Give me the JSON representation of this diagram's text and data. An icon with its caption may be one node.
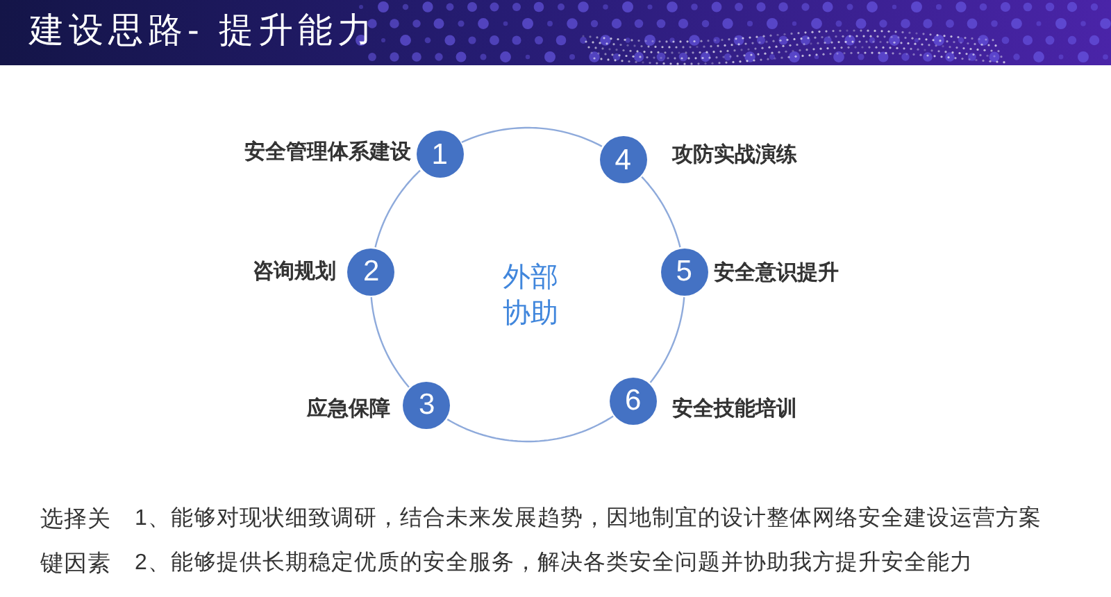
{
  "diagram": {
    "title": "建设思路- 提升能力",
    "nodes": [
      {
        "text": [
          "1"
        ],
        "beside": [
          "安全管理体系建设"
        ]
      },
      {
        "text": [
          "2"
        ],
        "beside": [
          "咨询规划"
        ]
      },
      {
        "text": [
          "3"
        ],
        "beside": [
          "应急保障"
        ]
      },
      {
        "text": [
          "4"
        ],
        "beside": [
          "攻防实战演练"
        ]
      },
      {
        "text": [
          "5"
        ],
        "beside": [
          "安全意识提升"
        ]
      },
      {
        "text": [
          "6"
        ],
        "beside": [
          "安全技能培训"
        ]
      }
    ],
    "edges": [
      {
        "from": 0,
        "to": 3,
        "arrow": "none"
      },
      {
        "from": 3,
        "to": 4,
        "arrow": "none"
      },
      {
        "from": 4,
        "to": 5,
        "arrow": "none"
      },
      {
        "from": 5,
        "to": 2,
        "arrow": "none"
      },
      {
        "from": 2,
        "to": 1,
        "arrow": "none"
      },
      {
        "from": 1,
        "to": 0,
        "arrow": "none"
      }
    ],
    "labels": [
      "外部协助",
      "选择关键因素",
      "1、能够对现状细致调研，结合未来发展趋势，因地制宜的设计整体网络安全建设运营方案",
      "2、能够提供长期稳定优质的安全服务，解决各类安全问题并协助我方提升安全能力"
    ]
  }
}
